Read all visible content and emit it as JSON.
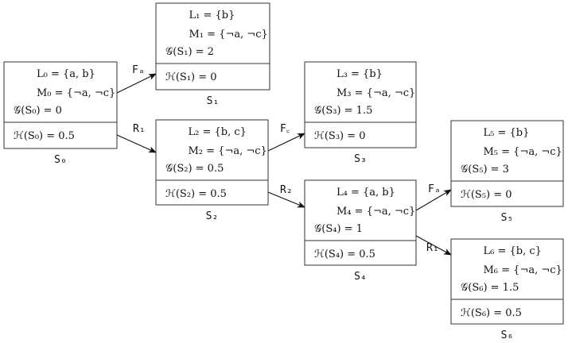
{
  "states": [
    {
      "id": "S0",
      "caption": "S₀",
      "lines": [
        "L₀ = {a, b}",
        "M₀ = {¬a, ¬c}",
        "𝒢(S₀) = 0"
      ],
      "h": "ℋ(S₀) = 0.5"
    },
    {
      "id": "S1",
      "caption": "S₁",
      "lines": [
        "L₁ = {b}",
        "M₁ = {¬a, ¬c}",
        "𝒢(S₁) = 2"
      ],
      "h": "ℋ(S₁) = 0"
    },
    {
      "id": "S2",
      "caption": "S₂",
      "lines": [
        "L₂ = {b, c}",
        "M₂ = {¬a, ¬c}",
        "𝒢(S₂) = 0.5"
      ],
      "h": "ℋ(S₂) = 0.5"
    },
    {
      "id": "S3",
      "caption": "S₃",
      "lines": [
        "L₃ = {b}",
        "M₃ = {¬a, ¬c}",
        "𝒢(S₃) = 1.5"
      ],
      "h": "ℋ(S₃) = 0"
    },
    {
      "id": "S4",
      "caption": "S₄",
      "lines": [
        "L₄ = {a, b}",
        "M₄ = {¬a, ¬c}",
        "𝒢(S₄) = 1"
      ],
      "h": "ℋ(S₄) = 0.5"
    },
    {
      "id": "S5",
      "caption": "S₅",
      "lines": [
        "L₅ = {b}",
        "M₅ = {¬a, ¬c}",
        "𝒢(S₅) = 3"
      ],
      "h": "ℋ(S₅) = 0"
    },
    {
      "id": "S6",
      "caption": "S₆",
      "lines": [
        "L₆ = {b, c}",
        "M₆ = {¬a, ¬c}",
        "𝒢(S₆) = 1.5"
      ],
      "h": "ℋ(S₆) = 0.5"
    }
  ],
  "edges": [
    {
      "from": "S0",
      "to": "S1",
      "label": "Fₐ"
    },
    {
      "from": "S0",
      "to": "S2",
      "label": "R₁"
    },
    {
      "from": "S2",
      "to": "S3",
      "label": "F꜀"
    },
    {
      "from": "S2",
      "to": "S4",
      "label": "R₂"
    },
    {
      "from": "S4",
      "to": "S5",
      "label": "Fₐ"
    },
    {
      "from": "S4",
      "to": "S6",
      "label": "R₁"
    }
  ]
}
